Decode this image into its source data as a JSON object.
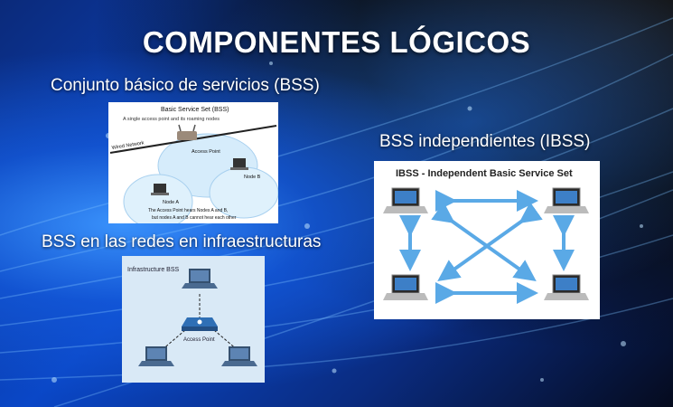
{
  "title": "COMPONENTES LÓGICOS",
  "sections": {
    "bss": {
      "label": "Conjunto básico de servicios (BSS)",
      "diagram": {
        "heading": "Basic Service Set (BSS)",
        "subheading": "A single access point and its roaming nodes",
        "wired_network": "Wired Network",
        "access_point": "Access Point",
        "node_a": "Node A",
        "node_b": "Node B",
        "caption_line1": "The Access Point hears Nodes A and B,",
        "caption_line2": "but nodes A and B cannot hear each other"
      }
    },
    "ibss": {
      "label": "BSS independientes (IBSS)",
      "diagram": {
        "heading": "IBSS - Independent Basic Service Set"
      }
    },
    "infra": {
      "label": "BSS en las redes en infraestructuras",
      "diagram": {
        "heading": "Infrastructure BSS",
        "access_point": "Access Point"
      }
    }
  },
  "colors": {
    "arrow_blue": "#5aa9e6",
    "bubble_blue": "#d6ecfb",
    "infra_bg": "#d9e9f6",
    "ap_blue": "#2f6fb5"
  },
  "icons": [
    "laptop-icon",
    "access-point-icon",
    "router-icon",
    "double-arrow-icon"
  ]
}
